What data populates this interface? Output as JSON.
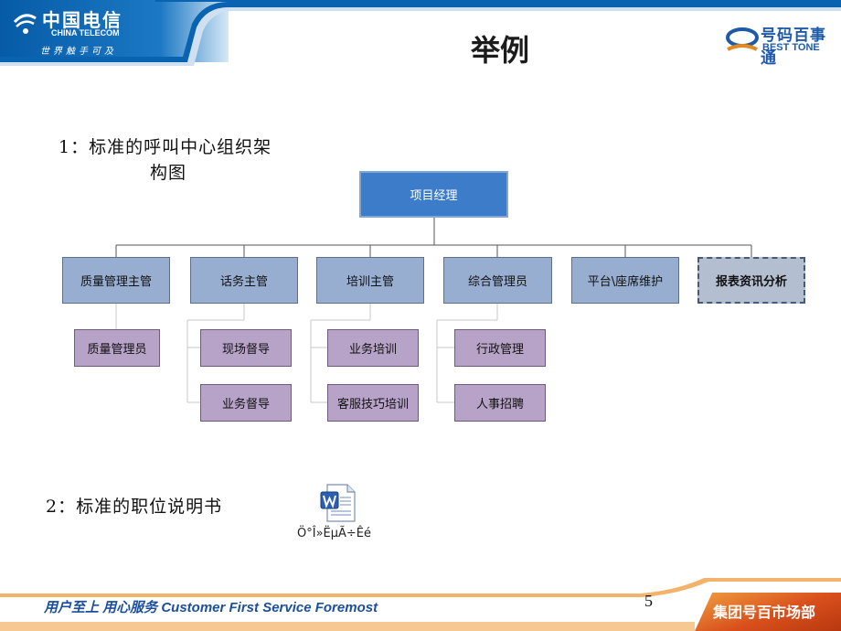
{
  "header": {
    "brand_cn": "中国电信",
    "brand_en": "CHINA TELECOM",
    "brand_slogan": "世界触手可及",
    "title": "举例",
    "partner_cn": "号码百事通",
    "partner_en": "BEST TONE"
  },
  "colors": {
    "brand_blue": "#0a63b0",
    "top_box": "#3d7cc9",
    "level1_box": "#98aed1",
    "level2_box": "#b7a2c8",
    "footer_orange": "#d9501c"
  },
  "section1": {
    "line1": "1：标准的呼叫中心组织架",
    "line2": "构图"
  },
  "org_chart": {
    "root": "项目经理",
    "level1": [
      "质量管理主管",
      "话务主管",
      "培训主管",
      "综合管理员",
      "平台\\座席维护",
      "报表资讯分析"
    ],
    "level2": [
      "质量管理员",
      "现场督导",
      "业务督导",
      "业务培训",
      "客服技巧培训",
      "行政管理",
      "人事招聘"
    ]
  },
  "section2": {
    "label": "2：标准的职位说明书",
    "attachment_icon": "word-document-icon",
    "attachment_caption": "Ö°Î»ËµÃ÷Êé"
  },
  "footer": {
    "slogan": "用户至上  用心服务  Customer First Service Foremost",
    "page_number": "5",
    "department": "集团号百市场部"
  }
}
